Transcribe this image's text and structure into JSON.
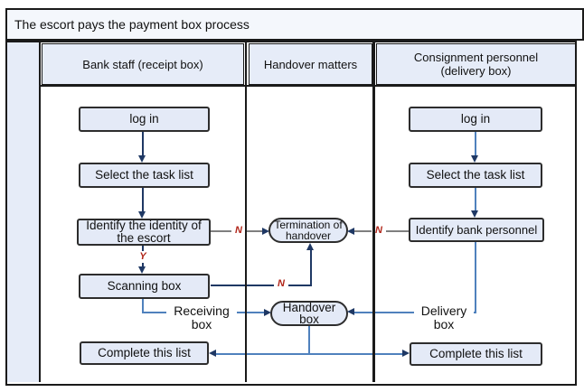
{
  "title": "The escort pays the payment box process",
  "lanes": [
    {
      "label": "Bank staff (receipt box)"
    },
    {
      "label": "Handover matters"
    },
    {
      "label": "Consignment personnel (delivery box)"
    }
  ],
  "bank": {
    "login": "log in",
    "select_task": "Select the task list",
    "identify": "Identify the identity of the escort",
    "scanning": "Scanning box",
    "complete": "Complete this list"
  },
  "handover": {
    "termination": "Termination of handover",
    "box": "Handover box"
  },
  "consignment": {
    "login": "log in",
    "select_task": "Select the task list",
    "identify": "Identify bank personnel",
    "complete": "Complete this list"
  },
  "edge_labels": {
    "yes": "Y",
    "no": "N",
    "receiving": "Receiving box",
    "delivery": "Delivery box"
  },
  "colors": {
    "lane_fill": "#e6ecf8",
    "node_fill": "#e4eaf7",
    "flow_navy": "#1f3864",
    "flow_steel": "#4f81bd",
    "edge_gray": "#7f7f7f",
    "label_red": "#b02418",
    "frame_border": "#1a1a1a"
  }
}
